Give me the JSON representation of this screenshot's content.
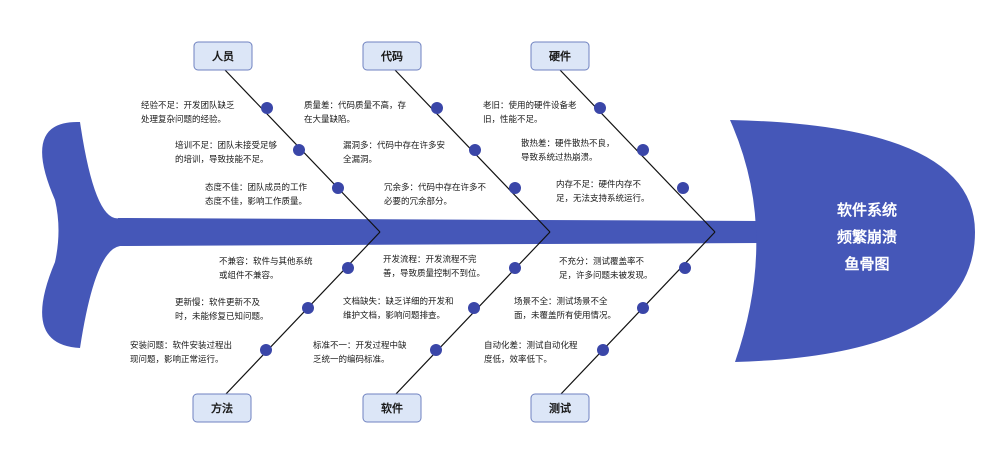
{
  "head": {
    "lines": [
      "软件系统",
      "频繁崩溃",
      "鱼骨图"
    ]
  },
  "categories": {
    "top": [
      "人员",
      "代码",
      "硬件"
    ],
    "bottom": [
      "方法",
      "软件",
      "测试"
    ]
  },
  "causes": {
    "people": [
      [
        "经验不足：开发团队缺乏",
        "处理复杂问题的经验。"
      ],
      [
        "培训不足：团队未接受足够",
        "的培训，导致技能不足。"
      ],
      [
        "态度不佳：团队成员的工作",
        "态度不佳，影响工作质量。"
      ]
    ],
    "code": [
      [
        "质量差：代码质量不高，存",
        "在大量缺陷。"
      ],
      [
        "漏洞多：代码中存在许多安",
        "全漏洞。"
      ],
      [
        "冗余多：代码中存在许多不",
        "必要的冗余部分。"
      ]
    ],
    "hardware": [
      [
        "老旧：使用的硬件设备老",
        "旧，性能不足。"
      ],
      [
        "散热差：硬件散热不良，",
        "导致系统过热崩溃。"
      ],
      [
        "内存不足：硬件内存不",
        "足，无法支持系统运行。"
      ]
    ],
    "method": [
      [
        "不兼容：软件与其他系统",
        "或组件不兼容。"
      ],
      [
        "更新慢：软件更新不及",
        "时，未能修复已知问题。"
      ],
      [
        "安装问题：软件安装过程出",
        "现问题，影响正常运行。"
      ]
    ],
    "software": [
      [
        "开发流程：开发流程不完",
        "善，导致质量控制不到位。"
      ],
      [
        "文档缺失：缺乏详细的开发和",
        "维护文档，影响问题排查。"
      ],
      [
        "标准不一：开发过程中缺",
        "乏统一的编码标准。"
      ]
    ],
    "testing": [
      [
        "不充分：测试覆盖率不",
        "足，许多问题未被发现。"
      ],
      [
        "场景不全：测试场景不全",
        "面，未覆盖所有使用情况。"
      ],
      [
        "自动化差：测试自动化程",
        "度低，效率低下。"
      ]
    ]
  },
  "colors": {
    "fish": "#4557b8",
    "node": "#3a46a8",
    "box_fill": "#dce6f7",
    "box_stroke": "#6f82c0",
    "line": "#111111"
  }
}
